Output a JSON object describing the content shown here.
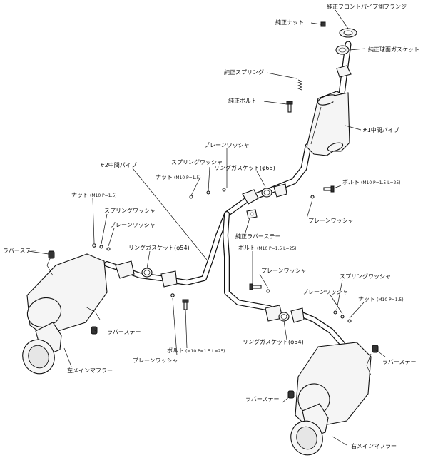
{
  "labels": {
    "front_pipe_flange": "純正フロントパイプ側フランジ",
    "oem_nut": "純正ナット",
    "oem_spherical_gasket": "純正球面ガスケット",
    "oem_spring": "純正スプリング",
    "oem_bolt": "純正ボルト",
    "mid_pipe_1": "#1中間パイプ",
    "plain_washer_top": "プレーンワッシャ",
    "spring_washer_top": "スプリングワッシャ",
    "ring_gasket_65": "リングガスケット(φ65)",
    "mid_pipe_2": "#2中間パイプ",
    "nut_m10_center": "ナット",
    "nut_m10_center_spec": "(M10 P=1.5)",
    "bolt_right": "ボルト",
    "bolt_right_spec": "(M10 P=1.5 L=25)",
    "plain_washer_right": "プレーンワッシャ",
    "nut_m10_left": "ナット",
    "nut_m10_left_spec": "(M10 P=1.5)",
    "spring_washer_left": "スプリングワッシャ",
    "plain_washer_left": "プレーンワッシャ",
    "oem_rubber_stay": "純正ラバーステー",
    "rubber_stay_left_top": "ラバーステー",
    "ring_gasket_54_left": "リングガスケット(φ54)",
    "bolt_center": "ボルト",
    "bolt_center_spec": "(M10 P=1.5 L=25)",
    "plain_washer_center": "プレーンワッシャ",
    "spring_washer_right": "スプリングワッシャ",
    "plain_washer_right2": "プレーンワッシャ",
    "nut_m10_right": "ナット",
    "nut_m10_right_spec": "(M10 P=1.5)",
    "rubber_stay_left_mid": "ラバーステー",
    "plain_washer_bottom": "プレーンワッシャ",
    "bolt_bottom": "ボルト",
    "bolt_bottom_spec": "(M10 P=1.5 L=25)",
    "left_main_muffler": "左メインマフラー",
    "ring_gasket_54_right": "リングガスケット(φ54)",
    "rubber_stay_right": "ラバーステー",
    "rubber_stay_right_bottom": "ラバーステー",
    "right_main_muffler": "右メインマフラー"
  }
}
